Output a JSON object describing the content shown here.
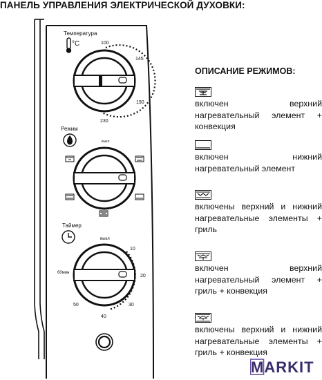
{
  "heading": "ПАНЕЛЬ УПРАВЛЕНИЯ ЭЛЕКТРИЧЕСКОЙ ДУХОВКИ:",
  "panel": {
    "temperature": {
      "label": "Температура",
      "unit": "°C",
      "scale": [
        "100",
        "145",
        "190",
        "230"
      ],
      "icon": "thermometer-icon"
    },
    "mode": {
      "label": "Режим",
      "top_label": "выкл",
      "icon": "flame-icon"
    },
    "timer": {
      "label": "Таймер",
      "scale": [
        "выкл",
        "10",
        "20",
        "30",
        "40",
        "50",
        "60мин"
      ],
      "icon": "clock-icon"
    }
  },
  "modes": {
    "title": "ОПИСАНИЕ РЕЖИМОВ:",
    "items": [
      {
        "icon": "top-heat-convection-icon",
        "text": "включен верхний нагревательный элемент + конвекция"
      },
      {
        "icon": "bottom-heat-icon",
        "text": "включен нижний нагревательный элемент"
      },
      {
        "icon": "top-bottom-grill-icon",
        "text": "включены верхний и нижний нагревательные элементы + гриль"
      },
      {
        "icon": "top-grill-convection-icon",
        "text": "включен верхний нагревательный элемент + гриль + конвекция"
      },
      {
        "icon": "top-bottom-grill-convection-icon",
        "text": "включены верхний и нижний нагревательные элементы + гриль + конвекция"
      }
    ]
  },
  "brand": {
    "logo": "MARKIT",
    "colors": {
      "logo_box": "#6b4fa0",
      "logo_text": "#3a2d6b"
    }
  }
}
